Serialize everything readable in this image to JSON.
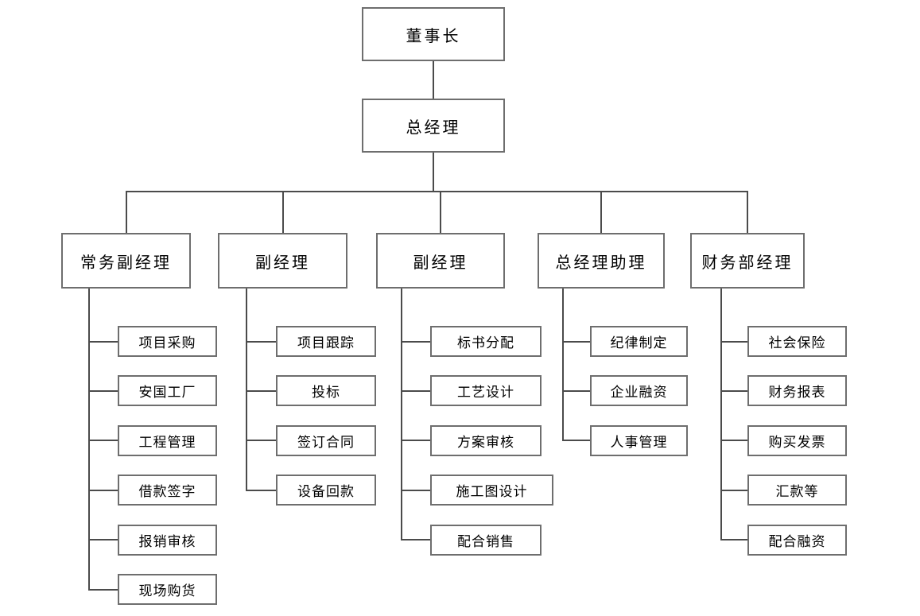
{
  "tree": {
    "root": {
      "label": "董事长"
    },
    "gm": {
      "label": "总经理"
    },
    "branches": [
      {
        "label": "常务副经理",
        "children": [
          "项目采购",
          "安国工厂",
          "工程管理",
          "借款签字",
          "报销审核",
          "现场购货"
        ]
      },
      {
        "label": "副经理",
        "children": [
          "项目跟踪",
          "投标",
          "签订合同",
          "设备回款"
        ]
      },
      {
        "label": "副经理",
        "children": [
          "标书分配",
          "工艺设计",
          "方案审核",
          "施工图设计",
          "配合销售"
        ]
      },
      {
        "label": "总经理助理",
        "children": [
          "纪律制定",
          "企业融资",
          "人事管理"
        ]
      },
      {
        "label": "财务部经理",
        "children": [
          "社会保险",
          "财务报表",
          "购买发票",
          "汇款等",
          "配合融资"
        ]
      }
    ]
  },
  "colors": {
    "background": "#ffffff",
    "box_border": "#6e6e6e",
    "connector_line": "#4b4b4b",
    "text": "#000000"
  }
}
